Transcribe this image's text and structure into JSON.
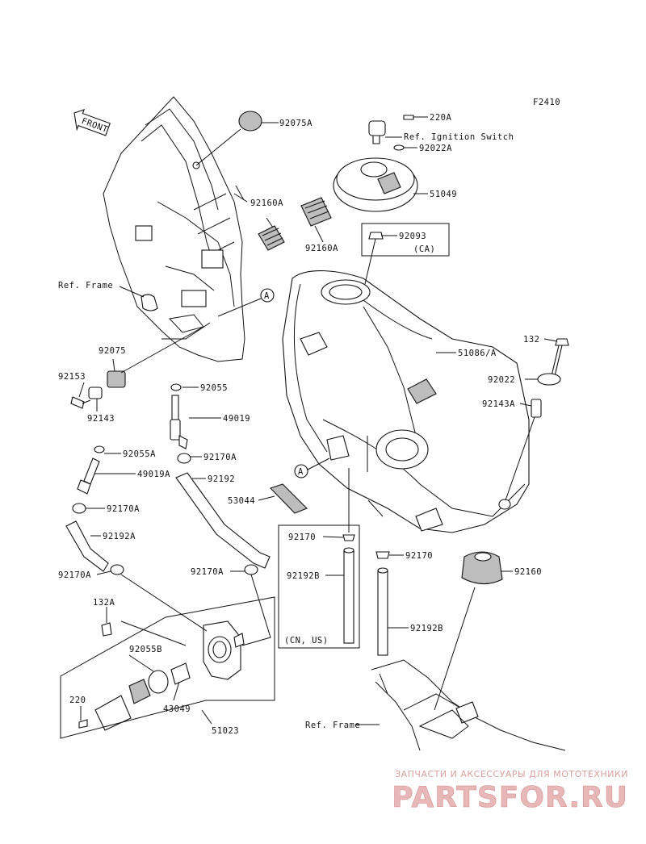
{
  "figure_code": "F2410",
  "front_arrow": "FRONT",
  "callout_marker": "A",
  "region_labels": {
    "ca": "(CA)",
    "cn_us": "(CN, US)"
  },
  "refs": {
    "ignition_switch": "Ref. Ignition Switch",
    "frame_top": "Ref. Frame",
    "frame_bottom": "Ref. Frame"
  },
  "parts": {
    "p_92075A": "92075A",
    "p_220A": "220A",
    "p_92022A": "92022A",
    "p_51049": "51049",
    "p_92160A_1": "92160A",
    "p_92160A_2": "92160A",
    "p_92093": "92093",
    "p_132": "132",
    "p_51086": "51086/A",
    "p_92075": "92075",
    "p_92153": "92153",
    "p_92143": "92143",
    "p_92022": "92022",
    "p_92143A": "92143A",
    "p_92055": "92055",
    "p_49019": "49019",
    "p_92055A": "92055A",
    "p_92170A_1": "92170A",
    "p_49019A": "49019A",
    "p_92192": "92192",
    "p_53044": "53044",
    "p_92170A_2": "92170A",
    "p_92192A": "92192A",
    "p_92170_1": "92170",
    "p_92170_2": "92170",
    "p_92160": "92160",
    "p_92170A_3": "92170A",
    "p_92170A_4": "92170A",
    "p_92192B_1": "92192B",
    "p_92192B_2": "92192B",
    "p_132A": "132A",
    "p_92055B": "92055B",
    "p_43049": "43049",
    "p_220": "220",
    "p_51023": "51023"
  },
  "watermark": {
    "tagline": "ЗАПЧАСТИ И АКСЕССУАРЫ ДЛЯ МОТОТЕХНИКИ",
    "brand": "PARTSFOR.RU",
    "color": "#e8b7b7"
  }
}
